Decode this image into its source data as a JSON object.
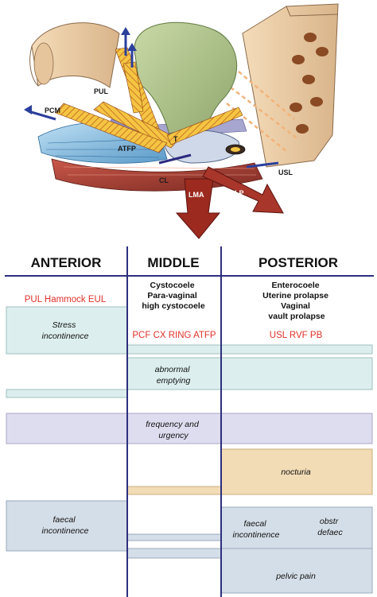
{
  "illustration": {
    "labels": {
      "pul": "PUL",
      "pcm": "PCM",
      "atfp": "ATFP",
      "t": "T",
      "cl": "CL",
      "lma": "LMA",
      "lp": "LP",
      "usl": "USL"
    }
  },
  "columns": {
    "anterior": "ANTERIOR",
    "middle": "MIDDLE",
    "posterior": "POSTERIOR"
  },
  "conditions": {
    "middle": [
      "Cystocoele",
      "Para-vaginal",
      "high cystocoele"
    ],
    "posterior": [
      "Enterocoele",
      "Uterine prolapse",
      "Vaginal",
      "vault prolapse"
    ]
  },
  "structures": {
    "anterior": "PUL Hammock EUL",
    "middle": "PCF CX RING ATFP",
    "posterior": "USL RVF PB"
  },
  "symptoms": {
    "stress": [
      "Stress",
      "incontinence"
    ],
    "emptying": [
      "abnormal",
      "emptying"
    ],
    "frequency": [
      "frequency and",
      "urgency"
    ],
    "nocturia": "nocturia",
    "faecal_left": [
      "faecal",
      "incontinence"
    ],
    "faecal_right": [
      "faecal",
      "incontinence"
    ],
    "obstr": [
      "obstr",
      "defaec"
    ],
    "pain": "pelvic pain"
  },
  "colors": {
    "column_divider": "#2e2f7e",
    "teal_band": "#dcefee",
    "lavender_band": "#dedcef",
    "tan_band": "#f2dcb6",
    "slate_band": "#d4dee8",
    "structure_text": "#e0322a"
  }
}
